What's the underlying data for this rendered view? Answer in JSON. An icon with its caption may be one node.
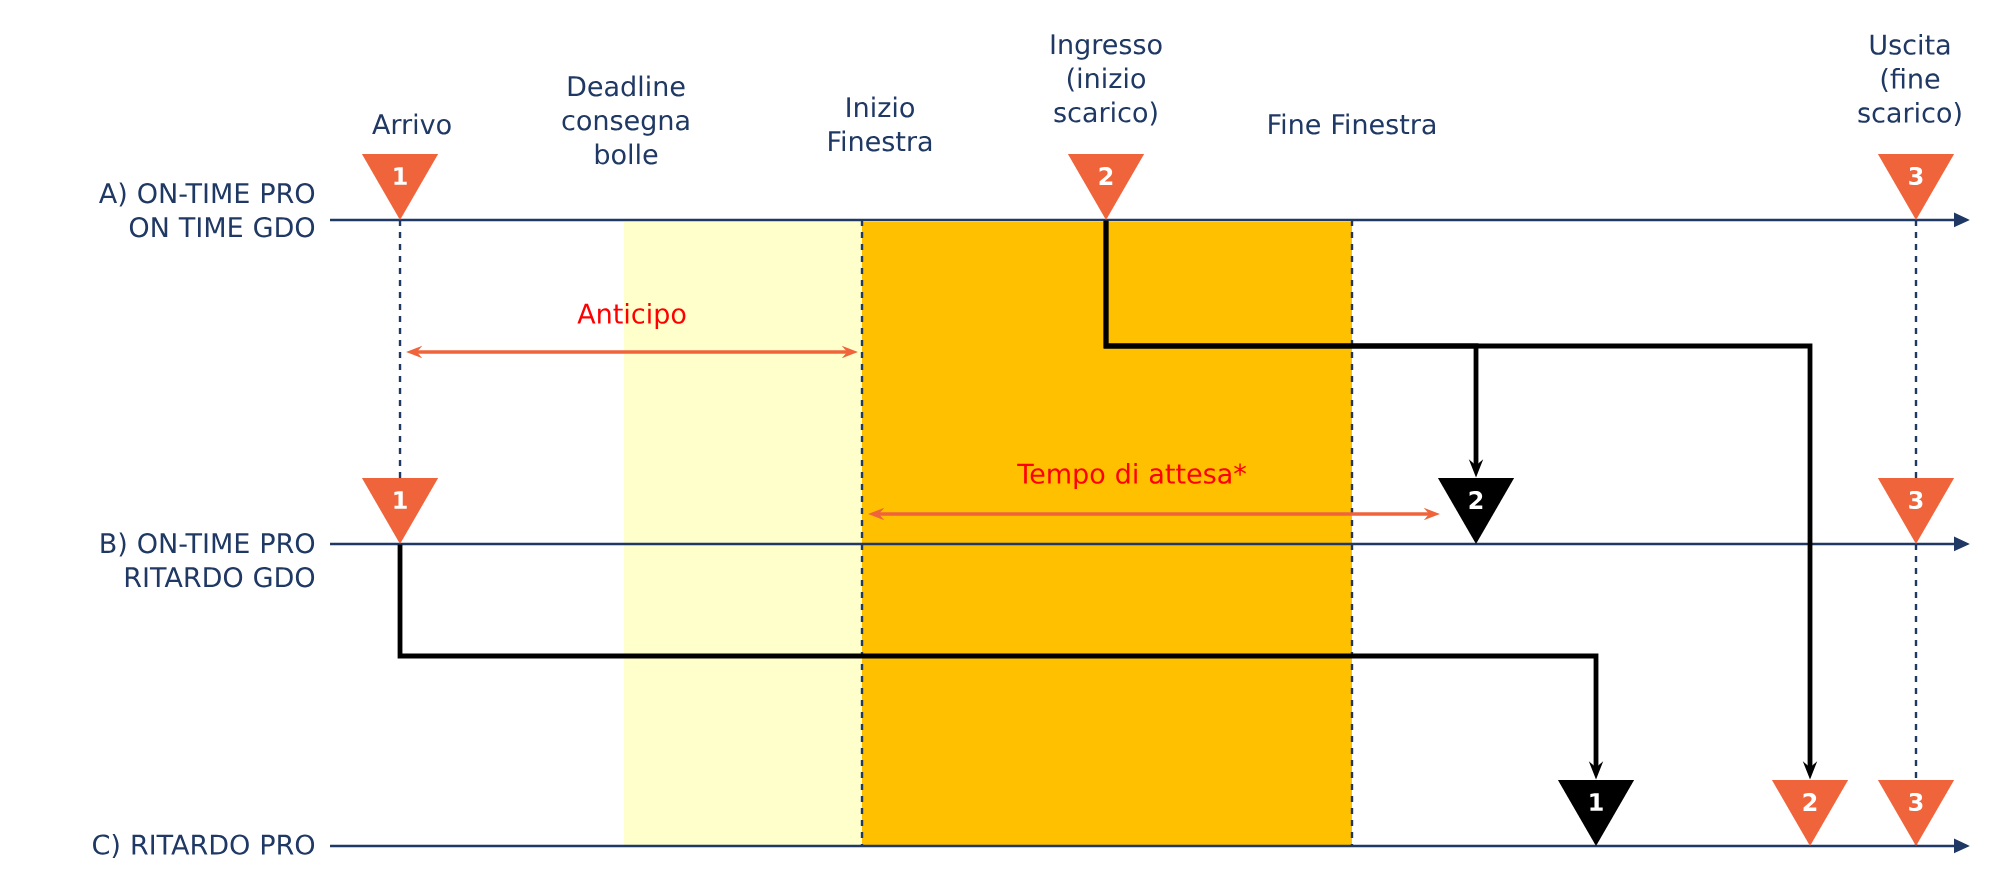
{
  "diagram": {
    "nodes": [
      {
        "text": [
          "1"
        ],
        "beside": [
          "Arrivo"
        ]
      },
      {
        "text": [
          "2"
        ],
        "beside": [
          "Ingresso (inizio scarico)"
        ]
      },
      {
        "text": [
          "3"
        ],
        "beside": [
          "Uscita (fine scarico)"
        ]
      },
      {
        "text": [
          "1"
        ]
      },
      {
        "text": [
          "2"
        ]
      },
      {
        "text": [
          "3"
        ]
      },
      {
        "text": [
          "1"
        ]
      },
      {
        "text": [
          "2"
        ]
      },
      {
        "text": [
          "3"
        ]
      }
    ],
    "edges": [
      {
        "from": 1,
        "to": 4,
        "arrow": "to"
      },
      {
        "from": 1,
        "to": 7,
        "arrow": "to"
      },
      {
        "from": 3,
        "to": 6,
        "arrow": "to"
      }
    ],
    "labels": [
      "Deadline consegna bolle",
      "Inizio Finestra",
      "Fine Finestra",
      "A) ON-TIME PRO ON TIME GDO",
      "Anticipo",
      "Tempo di attesa*",
      "B) ON-TIME PRO RITARDO GDO",
      "C) RITARDO PRO"
    ]
  }
}
